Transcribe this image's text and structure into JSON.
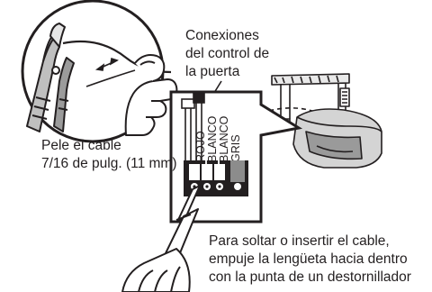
{
  "labels": {
    "door_control_connections": [
      "Conexiones",
      "del control de",
      "la puerta"
    ],
    "strip_wire": [
      "Pele el cable",
      "7/16 de pulg. (11 mm)"
    ],
    "release_instructions": [
      "Para soltar o insertir el cable,",
      "empuje la lengüeta hacia dentro",
      "con la punta de un destornillador"
    ]
  },
  "terminals": {
    "wire_labels": [
      "ROJO",
      "BLANCO",
      "BLANCO",
      "GRIS"
    ]
  },
  "icons": [
    "hand-icon",
    "wire-stripper-icon",
    "screwdriver-icon",
    "garage-door-opener-icon"
  ]
}
